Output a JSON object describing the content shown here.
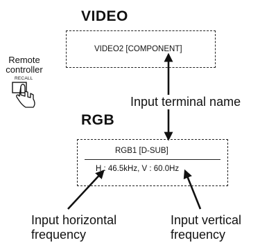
{
  "video": {
    "heading": "VIDEO",
    "terminal": "VIDEO2  [COMPONENT]"
  },
  "rgb": {
    "heading": "RGB",
    "terminal": "RGB1  [D-SUB]",
    "frequency": "H : 46.5kHz, V : 60.0Hz"
  },
  "remote": {
    "label_line1": "Remote",
    "label_line2": "controller",
    "button_label": "RECALL"
  },
  "callouts": {
    "terminal_name": "Input terminal name",
    "horizontal_line1": "Input horizontal",
    "horizontal_line2": "frequency",
    "vertical_line1": "Input vertical",
    "vertical_line2": "frequency"
  },
  "icons": {
    "remote_button": "pressing-hand-icon"
  }
}
